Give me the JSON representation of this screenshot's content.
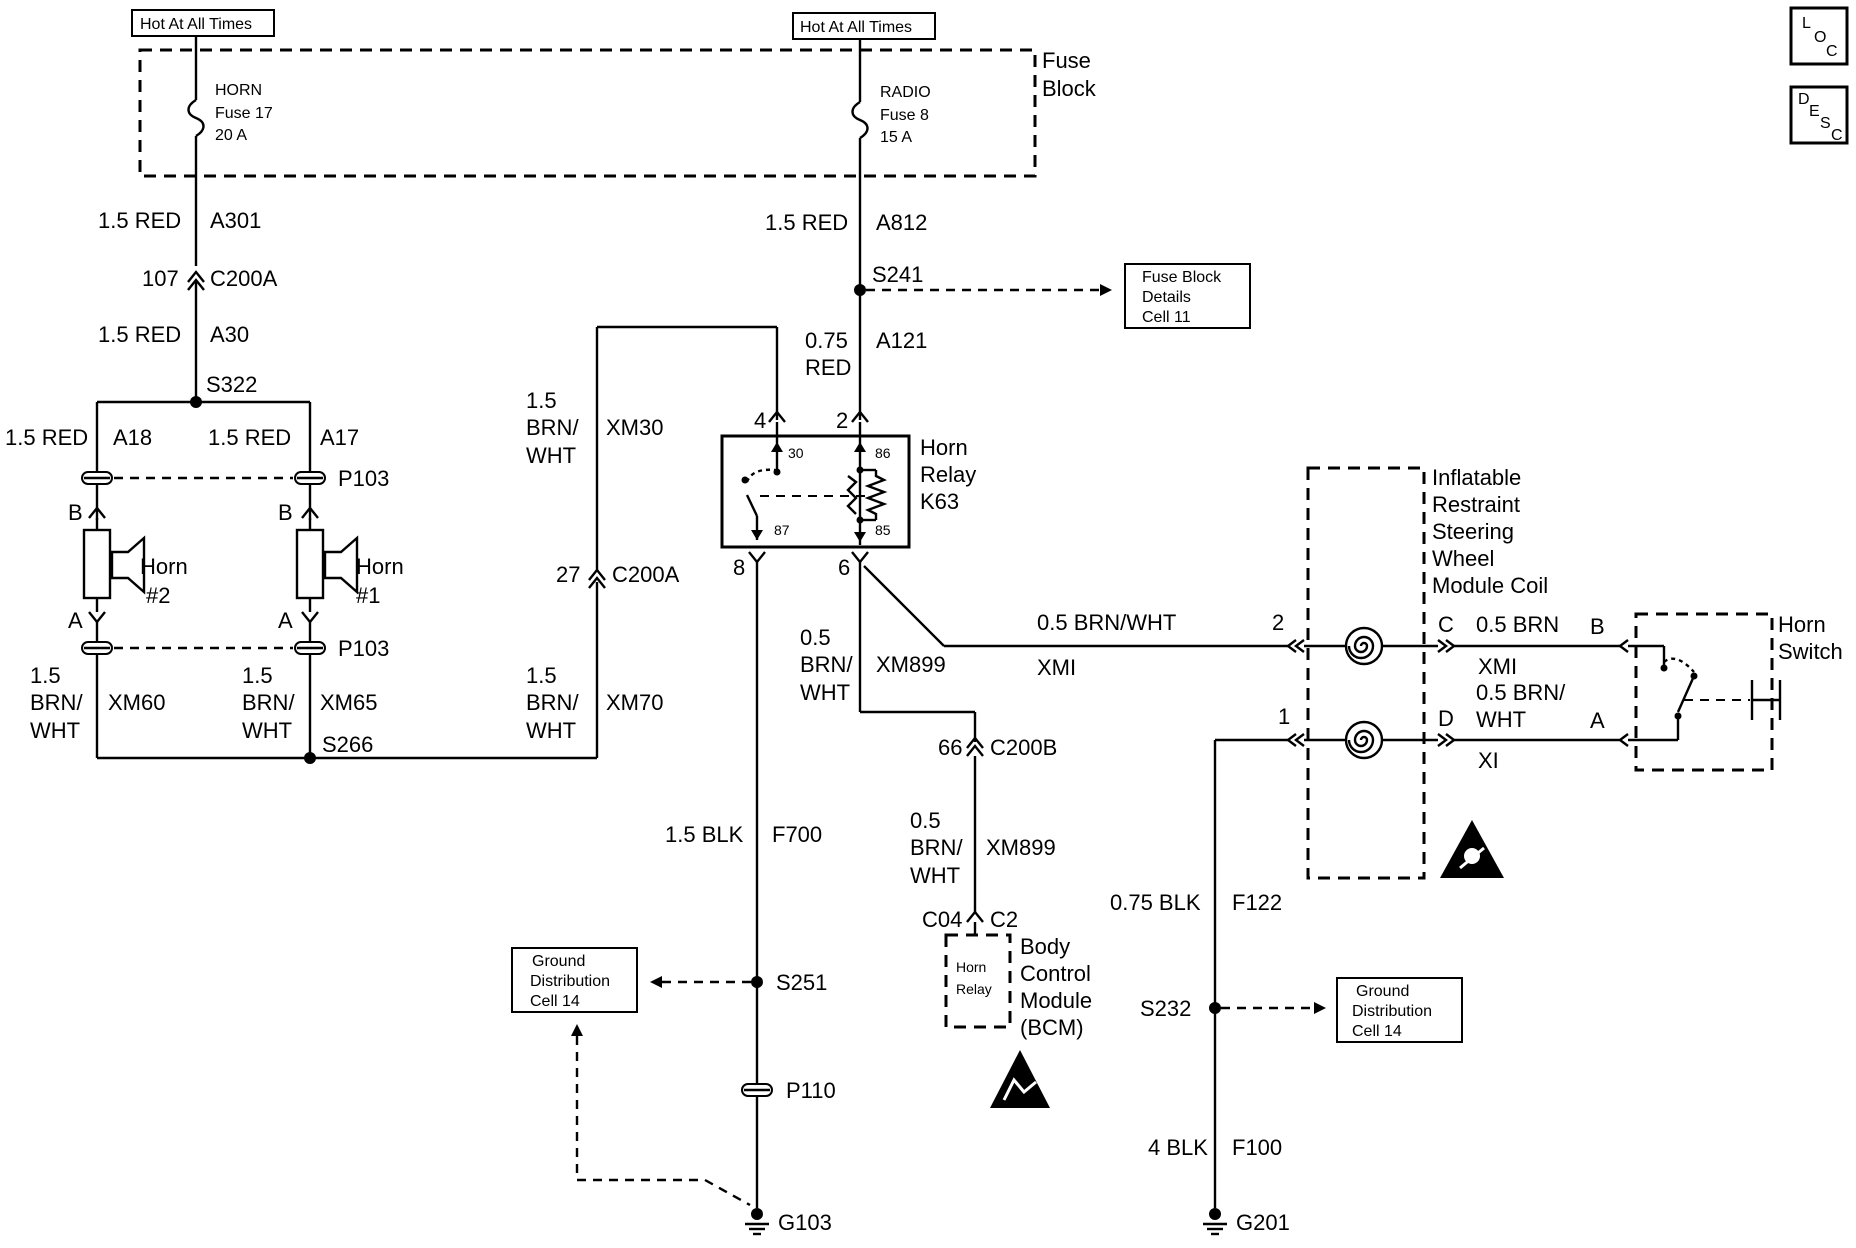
{
  "hot_labels": [
    "Hot At All Times",
    "Hot At All Times"
  ],
  "fuse_block": {
    "title_line1": "Fuse",
    "title_line2": "Block",
    "horn_fuse": [
      "HORN",
      "Fuse 17",
      "20 A"
    ],
    "radio_fuse": [
      "RADIO",
      "Fuse 8",
      "15 A"
    ]
  },
  "left_circuit": {
    "wire_a301": [
      "1.5 RED",
      "A301"
    ],
    "conn_c200a_top": [
      "107",
      "C200A"
    ],
    "wire_a30": [
      "1.5 RED",
      "A30"
    ],
    "splice_s322": "S322",
    "wire_a18": [
      "1.5 RED",
      "A18"
    ],
    "wire_a17": [
      "1.5 RED",
      "A17"
    ],
    "p103_top": "P103",
    "p103_bottom": "P103",
    "pin_b_left": "B",
    "pin_b_right": "B",
    "pin_a_left": "A",
    "pin_a_right": "A",
    "horn2": [
      "Horn",
      "#2"
    ],
    "horn1": [
      "Horn",
      "#1"
    ],
    "wire_xm60": [
      "1.5",
      "BRN/",
      "WHT",
      "XM60"
    ],
    "wire_xm65": [
      "1.5",
      "BRN/",
      "WHT",
      "XM65"
    ],
    "splice_s266": "S266",
    "wire_xm70": [
      "1.5",
      "BRN/",
      "WHT",
      "XM70"
    ],
    "conn_c200a_mid": [
      "27",
      "C200A"
    ],
    "wire_xm30": [
      "1.5",
      "BRN/",
      "WHT",
      "XM30"
    ]
  },
  "relay": {
    "wire_a812": [
      "1.5 RED",
      "A812"
    ],
    "splice_s241": "S241",
    "wire_a121": [
      "0.75",
      "RED",
      "A121"
    ],
    "pins": [
      "4",
      "2",
      "8",
      "6"
    ],
    "terms": [
      "30",
      "86",
      "87",
      "85"
    ],
    "name": [
      "Horn",
      "Relay",
      "K63"
    ]
  },
  "fuse_details_box": [
    "Fuse Block",
    "Details",
    "Cell 11"
  ],
  "ground_box_left": [
    "Ground",
    "Distribution",
    "Cell 14"
  ],
  "ground_box_right": [
    "Ground",
    "Distribution",
    "Cell 14"
  ],
  "ground_path": {
    "wire_f700": [
      "1.5 BLK",
      "F700"
    ],
    "splice_s251": "S251",
    "p110": "P110",
    "g103": "G103"
  },
  "bcm_path": {
    "wire_xm899_top": [
      "0.5",
      "BRN/",
      "WHT",
      "XM899"
    ],
    "conn_c200b": [
      "66",
      "C200B"
    ],
    "wire_xm899_bottom": [
      "0.5",
      "BRN/",
      "WHT",
      "XM899"
    ],
    "pins": [
      "C04",
      "C2"
    ],
    "bcm_inner": [
      "Horn",
      "Relay"
    ],
    "bcm_name": [
      "Body",
      "Control",
      "Module",
      "(BCM)"
    ]
  },
  "coil": {
    "wire_xmi": [
      "0.5 BRN/WHT",
      "XMI"
    ],
    "pin_2": "2",
    "pin_1": "1",
    "name": [
      "Inflatable",
      "Restraint",
      "Steering",
      "Wheel",
      "Module Coil"
    ],
    "pin_c": "C",
    "pin_d": "D",
    "wire_c": [
      "0.5 BRN",
      "XMI"
    ],
    "wire_d": [
      "0.5 BRN/",
      "WHT",
      "XI"
    ]
  },
  "horn_switch": {
    "name": [
      "Horn",
      "Switch"
    ],
    "pin_b": "B",
    "pin_a": "A"
  },
  "ground_g201": {
    "wire_f122": [
      "0.75 BLK",
      "F122"
    ],
    "splice_s232": "S232",
    "wire_f100": [
      "4 BLK",
      "F100"
    ],
    "g201": "G201"
  },
  "corner_icons": {
    "loc": [
      "L",
      "O",
      "C"
    ],
    "desc": [
      "D",
      "E",
      "S",
      "C"
    ]
  }
}
